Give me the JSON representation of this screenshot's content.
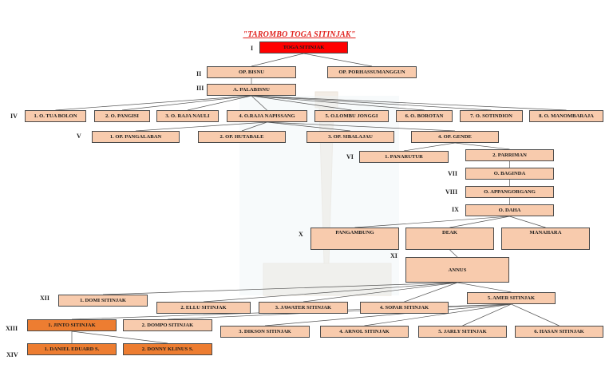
{
  "title": "\"TAROMBO TOGA SITINJAK\"",
  "generations": {
    "g1": "I",
    "g2": "II",
    "g3": "III",
    "g4": "IV",
    "g5": "V",
    "g6": "VI",
    "g7": "VII",
    "g8": "VIII",
    "g9": "IX",
    "g10": "X",
    "g11": "XI",
    "g12": "XII",
    "g13": "XIII",
    "g14": "XIV"
  },
  "nodes": {
    "toga": "TOGA SITINJAK",
    "bisnu": "OP. BISNU",
    "porhas": "OP. PORHASSUMANGGUN",
    "palabisnu": "A. PALABISNU",
    "tuabolon": "1. O. TUA BOLON",
    "pangisi": "2. O. PANGISI",
    "rajanauli": "3. O. RAJA NAULI",
    "napissang": "4. O.RAJA NAPISSANG",
    "lombujonggi": "5. O.LOMBU JONGGI",
    "borotan": "6. O. BOROTAN",
    "sotindion": "7. O. SOTINDION",
    "manombaraja": "8. O. MANOMBARAJA",
    "pangalaban": "1. OP. PANGALABAN",
    "hutabale": "2. OP. HUTABALE",
    "sibalajau": "3. OP. SIBALAJAU",
    "gende": "4. OP. GENDE",
    "panarutur": "1. PANARUTUR",
    "parriman": "2. PARRIMAN",
    "baginda": "O. BAGINDA",
    "appangorgang": "O. APPANGORGANG",
    "daha": "O. DAHA",
    "pangambung": "PANGAMBUNG",
    "deak": "DEAK",
    "manahara": "MANAHARA",
    "annus": "ANNUS",
    "domi": "1. DOMI SITINJAK",
    "ellu": "2. ELLU SITINJAK",
    "jawater": "3. JAWATER SITINJAK",
    "sopar": "4. SOPAR SITINJAK",
    "amer": "5. AMER SITINJAK",
    "jinto": "1. JINTO SITINJAK",
    "dompo": "2. DOMPO SITINJAK",
    "dikson": "3. DIKSON SITINJAK",
    "arnol": "4. ARNOL SITINJAK",
    "jarly": "5. JARLY SITINJAK",
    "hasan": "6. HASAN SITINJAK",
    "danieleduard": "1. DANIEL EDUARD S.",
    "donnyklinus": "2. DONNY KLINUS S."
  },
  "colors": {
    "default_fill": "#f8cbad",
    "root_fill": "#ff0000",
    "highlight_fill": "#ed7d31",
    "title_color": "#e0201c"
  }
}
